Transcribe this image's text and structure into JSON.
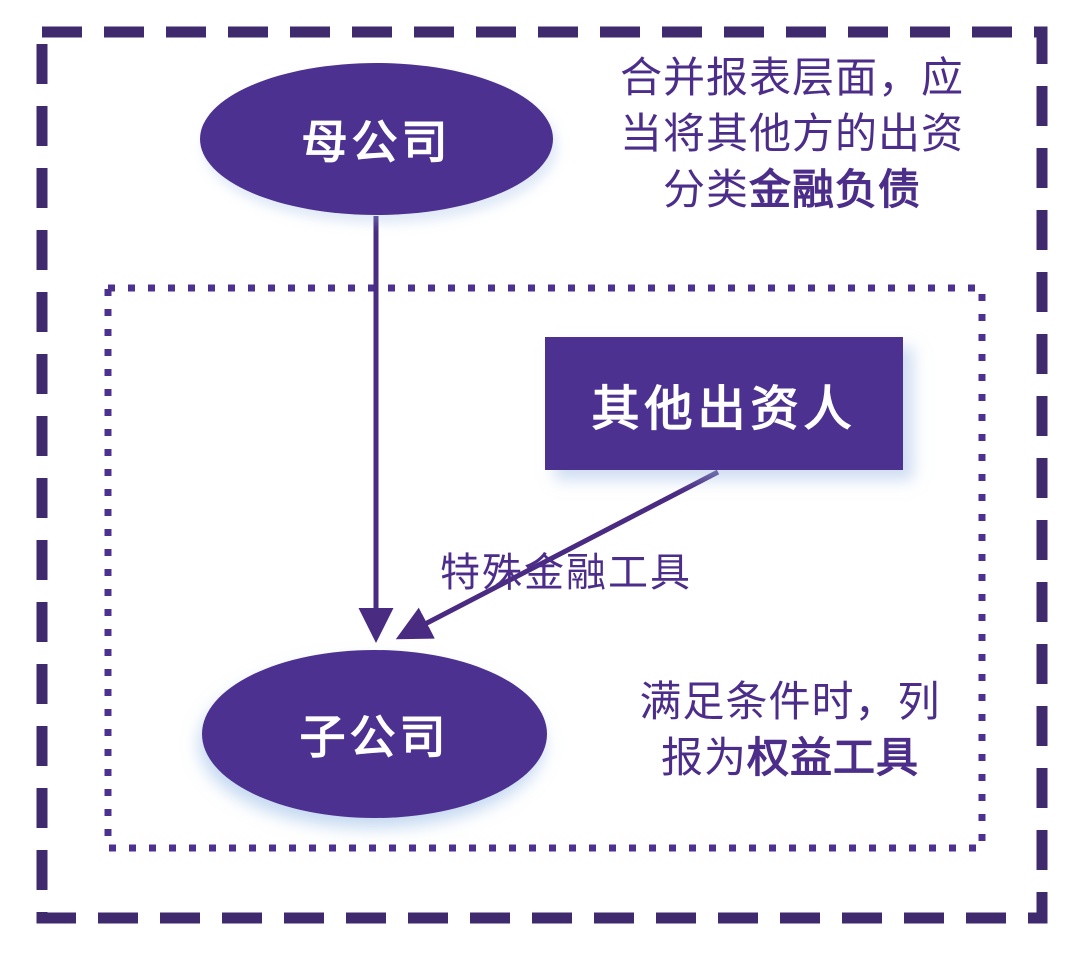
{
  "colors": {
    "border_purple": "#3f2a6e",
    "fill_purple": "#4c3190",
    "text_purple": "#4c2e8a",
    "node_text": "#ffffff",
    "background": "#ffffff"
  },
  "nodes": {
    "parent": {
      "label": "母公司"
    },
    "other_investors": {
      "label": "其他出资人"
    },
    "subsidiary": {
      "label": "子公司"
    }
  },
  "edges": {
    "special_instrument_label": "特殊金融工具"
  },
  "notes": {
    "top": {
      "line1": "合并报表层面，应",
      "line2": "当将其他方的出资",
      "line3_prefix": "分类",
      "line3_bold": "金融负债"
    },
    "bottom": {
      "line1": "满足条件时，列",
      "line2_prefix": "报为",
      "line2_bold": "权益工具"
    }
  }
}
